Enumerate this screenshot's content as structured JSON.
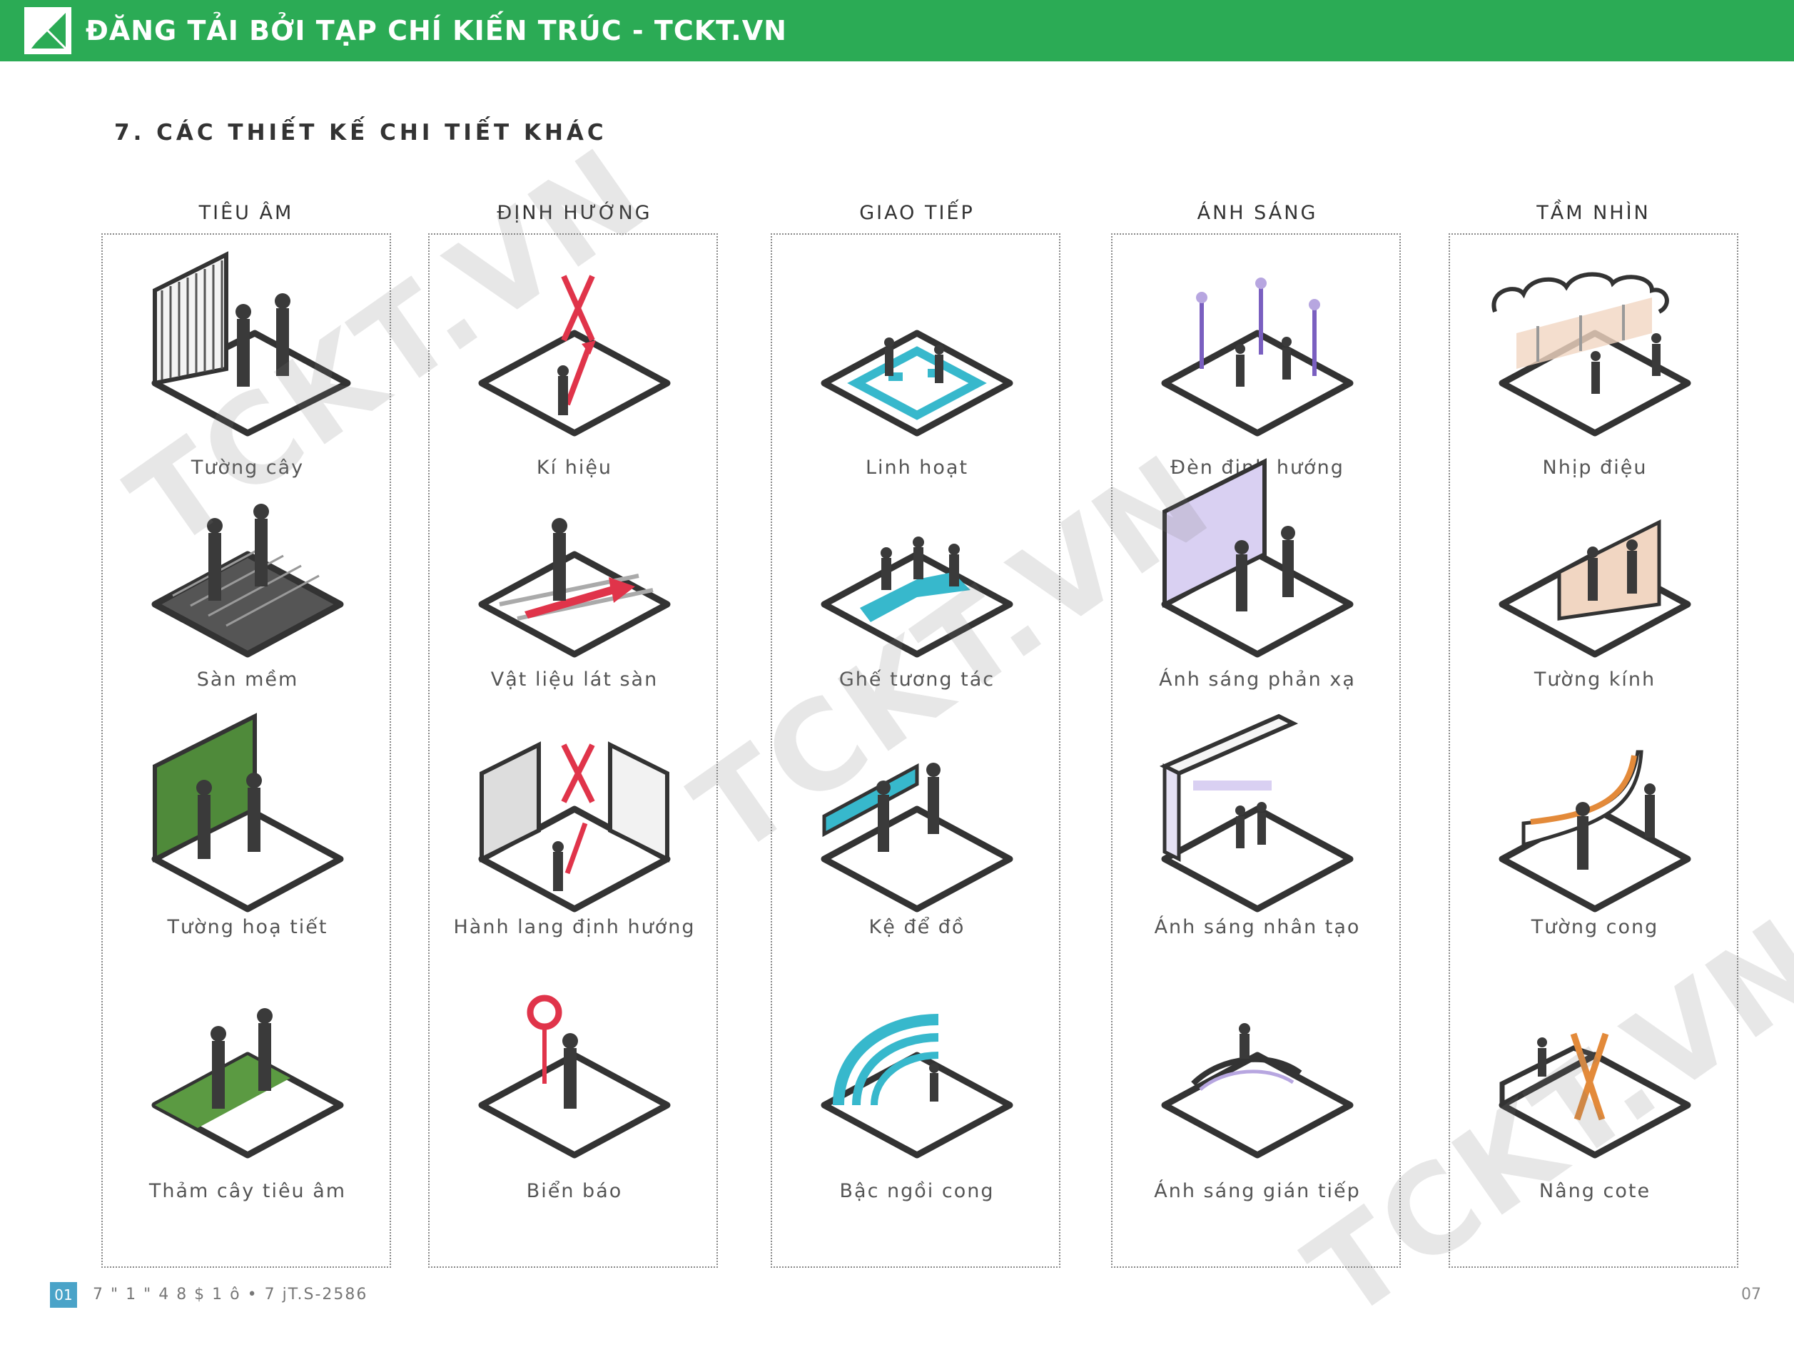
{
  "banner": {
    "title": "ĐĂNG TẢI BỞI TẠP CHÍ KIẾN TRÚC - TCKT.VN"
  },
  "section": {
    "title": "7. CÁC THIẾT KẾ CHI TIẾT KHÁC"
  },
  "columns": [
    {
      "title": "TIÊU ÂM",
      "items": [
        "Tường cây",
        "Sàn mềm",
        "Tường hoạ tiết",
        "Thảm cây tiêu âm"
      ]
    },
    {
      "title": "ĐỊNH HƯỚNG",
      "items": [
        "Kí hiệu",
        "Vật liệu lát sàn",
        "Hành lang định hướng",
        "Biển báo"
      ]
    },
    {
      "title": "GIAO TIẾP",
      "items": [
        "Linh hoạt",
        "Ghế tương tác",
        "Kệ để đồ",
        "Bậc ngồi cong"
      ]
    },
    {
      "title": "ÁNH SÁNG",
      "items": [
        "Đèn định hướng",
        "Ánh sáng phản xạ",
        "Ánh sáng nhân tạo",
        "Ánh sáng gián tiếp"
      ]
    },
    {
      "title": "TẦM NHÌN",
      "items": [
        "Nhịp điệu",
        "Tường kính",
        "Tường cong",
        "Nâng cote"
      ]
    }
  ],
  "watermark": {
    "text": "TCKT.VN"
  },
  "footer": {
    "badge": "01",
    "text": "7 \" 1 \"  4 8 $ 1   ô •   7 jT.S-2586",
    "page": "07"
  },
  "colors": {
    "banner": "#2bab55",
    "accent_red": "#e0344a",
    "accent_cyan": "#37b8cc",
    "accent_green": "#4f8a3a",
    "accent_purple": "#b7a6e0",
    "accent_orange": "#e38a3a"
  }
}
